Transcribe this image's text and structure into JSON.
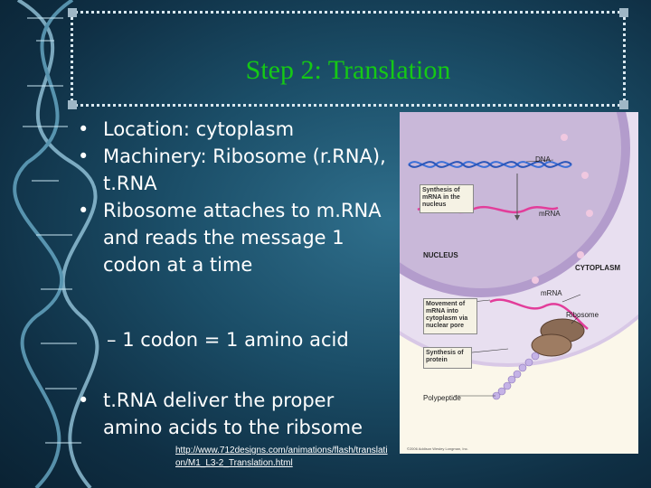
{
  "title": "Step 2:  Translation",
  "bullets": [
    {
      "marker": "•",
      "text": "Location:  cytoplasm"
    },
    {
      "marker": "•",
      "text": "Machinery: Ribosome (r.RNA), t.RNA"
    },
    {
      "marker": "•",
      "text": "Ribosome attaches to m.RNA and reads the message 1 codon at a time"
    }
  ],
  "sub_bullet": {
    "marker": "–",
    "text": "1 codon = 1 amino acid"
  },
  "last_bullet": {
    "marker": "•",
    "text": "t.RNA deliver the proper amino acids to the ribsome"
  },
  "link": "http://www.712designs.com/animations/flash/translation/M1_L3-2_Translation.html",
  "figure": {
    "dna": "DNA",
    "synthesis_mrna": "Synthesis of mRNA in the nucleus",
    "mrna_top": "mRNA",
    "nucleus": "NUCLEUS",
    "cytoplasm": "CYTOPLASM",
    "mrna_mid": "mRNA",
    "movement": "Movement of mRNA into cytoplasm via nuclear pore",
    "ribosome": "Ribosome",
    "synthesis_protein": "Synthesis of protein",
    "polypeptide": "Polypeptide",
    "credit": "©2006 Addison Wesley Longman, Inc."
  },
  "colors": {
    "title": "#15c915",
    "background": "#1b4e68",
    "text": "#ffffff"
  }
}
